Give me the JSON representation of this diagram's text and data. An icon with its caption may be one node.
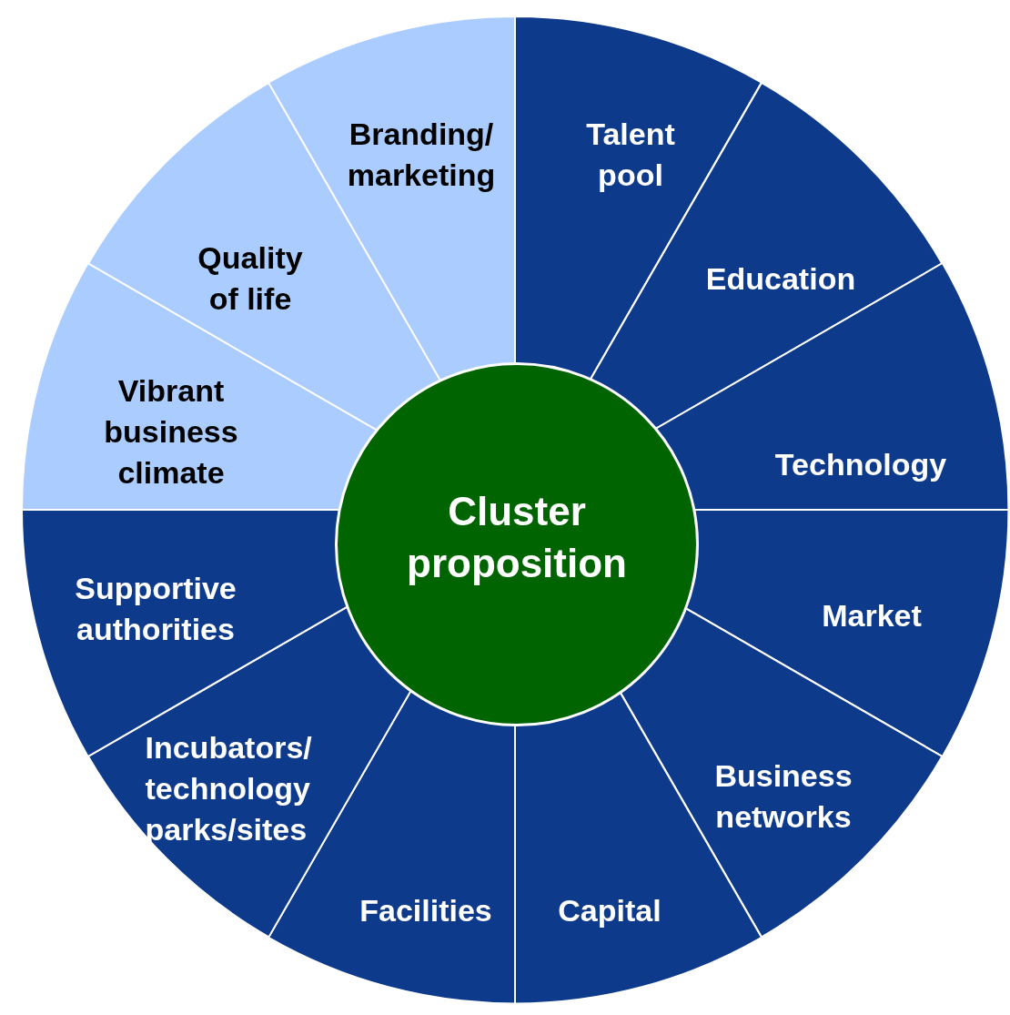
{
  "diagram": {
    "nodes": [
      {
        "text": [
          "Cluster proposition"
        ]
      },
      {
        "text": [
          "Talent pool"
        ]
      },
      {
        "text": [
          "Education"
        ]
      },
      {
        "text": [
          "Technology"
        ]
      },
      {
        "text": [
          "Market"
        ]
      },
      {
        "text": [
          "Business networks"
        ]
      },
      {
        "text": [
          "Capital"
        ]
      },
      {
        "text": [
          "Facilities"
        ]
      },
      {
        "text": [
          "Incubators/ technology parks/sites"
        ]
      },
      {
        "text": [
          "Supportive authorities"
        ]
      },
      {
        "text": [
          "Vibrant business climate"
        ]
      },
      {
        "text": [
          "Quality of life"
        ]
      },
      {
        "text": [
          "Branding/ marketing"
        ]
      }
    ]
  }
}
